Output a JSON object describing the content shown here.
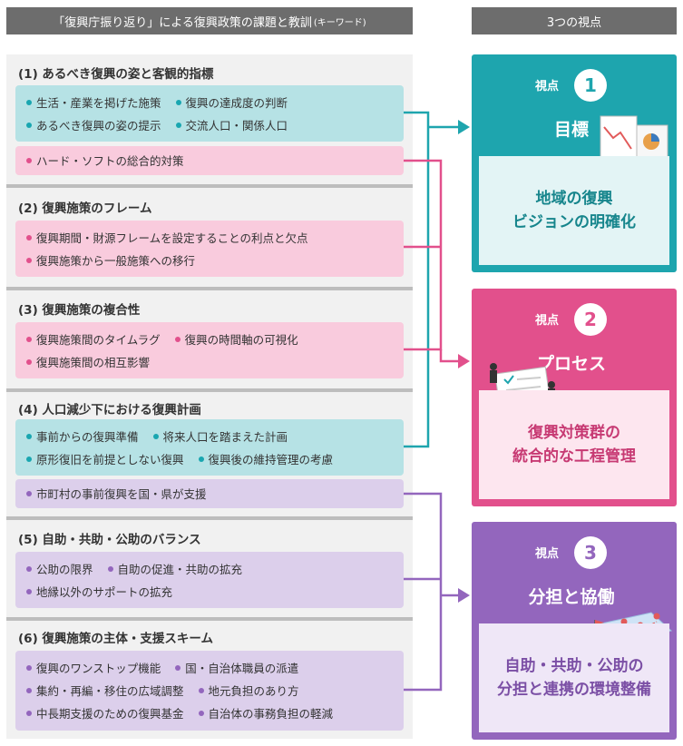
{
  "header": {
    "left_title": "「復興庁振り返り」による復興政策の課題と教訓",
    "left_sub": "(キーワード)",
    "right_title": "3つの視点"
  },
  "sections": [
    {
      "title": "(1) あるべき復興の姿と客観的指標",
      "boxes": [
        {
          "color": "teal",
          "rows": [
            [
              "生活・産業を掲げた施策",
              "復興の達成度の判断"
            ],
            [
              "あるべき復興の姿の提示",
              "交流人口・関係人口"
            ]
          ]
        },
        {
          "color": "pink",
          "rows": [
            [
              "ハード・ソフトの総合的対策"
            ]
          ]
        }
      ]
    },
    {
      "title": "(2) 復興施策のフレーム",
      "boxes": [
        {
          "color": "pink",
          "rows": [
            [
              "復興期間・財源フレームを設定することの利点と欠点"
            ],
            [
              "復興施策から一般施策への移行"
            ]
          ]
        }
      ]
    },
    {
      "title": "(3) 復興施策の複合性",
      "boxes": [
        {
          "color": "pink",
          "rows": [
            [
              "復興施策間のタイムラグ",
              "復興の時間軸の可視化"
            ],
            [
              "復興施策間の相互影響"
            ]
          ]
        }
      ]
    },
    {
      "title": "(4) 人口減少下における復興計画",
      "boxes": [
        {
          "color": "teal",
          "rows": [
            [
              "事前からの復興準備",
              "将来人口を踏まえた計画"
            ],
            [
              "原形復旧を前提としない復興",
              "復興後の維持管理の考慮"
            ]
          ]
        },
        {
          "color": "purple",
          "rows": [
            [
              "市町村の事前復興を国・県が支援"
            ]
          ]
        }
      ]
    },
    {
      "title": "(5) 自助・共助・公助のバランス",
      "boxes": [
        {
          "color": "purple",
          "rows": [
            [
              "公助の限界",
              "自助の促進・共助の拡充"
            ],
            [
              "地縁以外のサポートの拡充"
            ]
          ]
        }
      ]
    },
    {
      "title": "(6) 復興施策の主体・支援スキーム",
      "boxes": [
        {
          "color": "purple",
          "rows": [
            [
              "復興のワンストップ機能",
              "国・自治体職員の派遣"
            ],
            [
              "集約・再編・移住の広域調整",
              "地元負担のあり方"
            ],
            [
              "中長期支援のための復興基金",
              "自治体の事務負担の軽減"
            ]
          ]
        }
      ]
    }
  ],
  "viewpoints": [
    {
      "label": "視点",
      "number": "1",
      "keyword": "目標",
      "desc_lines": [
        "地域の復興",
        "ビジョンの明確化"
      ],
      "color": "#1ea5ae"
    },
    {
      "label": "視点",
      "number": "2",
      "keyword": "プロセス",
      "desc_lines": [
        "復興対策群の",
        "統合的な工程管理"
      ],
      "color": "#e2508c"
    },
    {
      "label": "視点",
      "number": "3",
      "keyword": "分担と協働",
      "desc_lines": [
        "自助・共助・公助の",
        "分担と連携の環境整備"
      ],
      "color": "#9366bd"
    }
  ],
  "icons": [
    "business-people-chart-icon",
    "clipboard-workers-icon",
    "map-pins-icon"
  ]
}
